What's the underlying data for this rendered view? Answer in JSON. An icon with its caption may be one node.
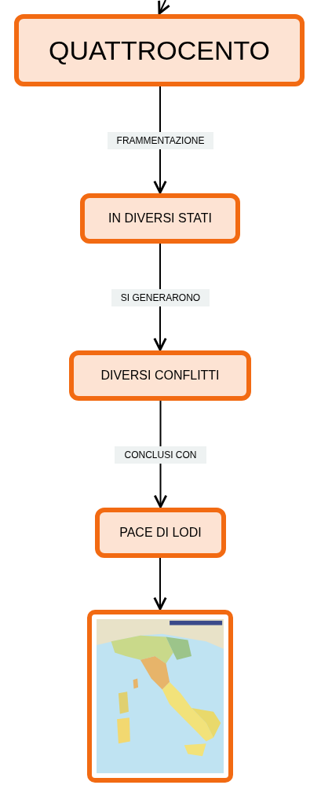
{
  "diagram": {
    "nodes": [
      {
        "text": [
          "QUATTROCENTO"
        ]
      },
      {
        "text": [
          "IN DIVERSI STATI"
        ]
      },
      {
        "text": [
          "DIVERSI CONFLITTI"
        ]
      },
      {
        "text": [
          "PACE DI LODI"
        ]
      },
      {
        "text": [],
        "shape": "picture"
      }
    ],
    "edges": [
      {
        "from": null,
        "to": 0,
        "arrow": "to"
      },
      {
        "from": 0,
        "to": 1,
        "arrow": "to",
        "label": "FRAMMENTAZIONE"
      },
      {
        "from": 1,
        "to": 2,
        "arrow": "to",
        "label": "SI GENERARONO"
      },
      {
        "from": 2,
        "to": 3,
        "arrow": "to",
        "label": "CONCLUSI CON"
      },
      {
        "from": 3,
        "to": 4,
        "arrow": "to"
      }
    ]
  }
}
